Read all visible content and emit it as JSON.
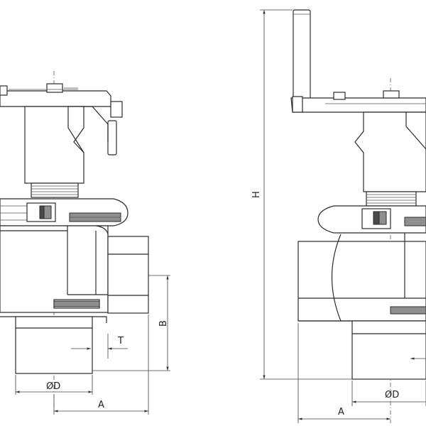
{
  "dimensions": {
    "od_left": "ØD",
    "a_left": "A",
    "b": "B",
    "t": "T",
    "h": "H",
    "od_right": "ØD",
    "a_right": "A"
  }
}
